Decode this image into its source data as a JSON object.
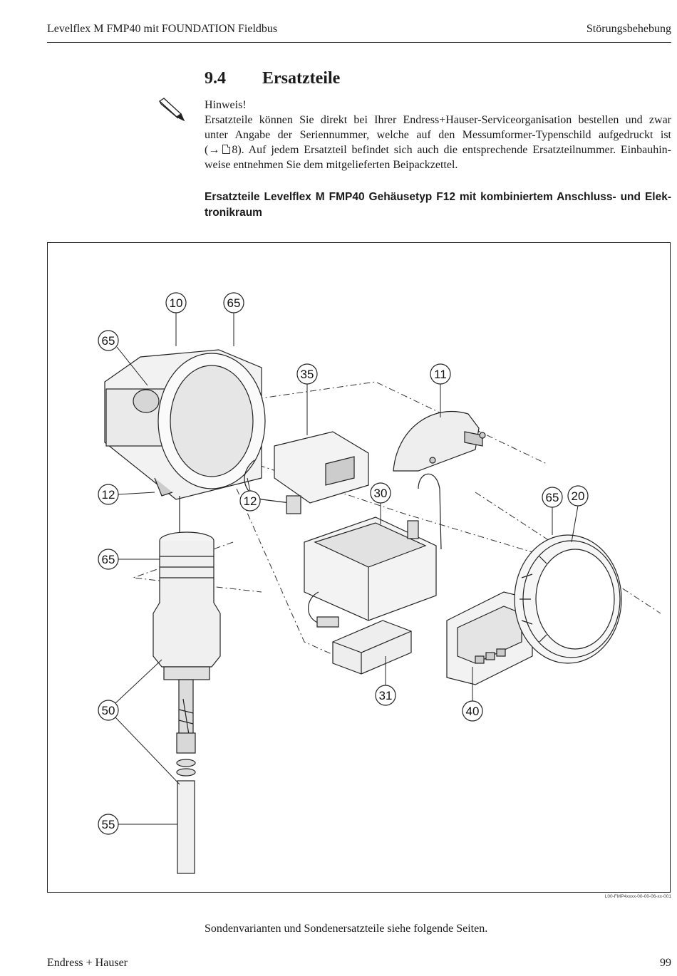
{
  "header": {
    "left": "Levelflex M FMP40 mit FOUNDATION Fieldbus",
    "right": "Störungsbehebung"
  },
  "section": {
    "number": "9.4",
    "title": "Ersatzteile"
  },
  "note": {
    "icon": "pencil-icon",
    "label": "Hinweis!",
    "line1": "Ersatzteile können Sie direkt bei Ihrer Endress+Hauser-Serviceorganisation bestellen und zwar",
    "line2": "unter Angabe der Seriennummer, welche auf den Messumformer-Typenschild aufgedruckt ist",
    "line3_prefix": "(→",
    "line3_ref_icon": "document-icon",
    "line3_rest": "8). Auf jedem Ersatzteil befindet sich auch die entsprechende Ersatzteilnummer. Einbauhin-",
    "line4": "weise entnehmen Sie dem mitgelieferten Beipackzettel."
  },
  "subheading": {
    "line1": "Ersatzteile Levelflex M FMP40 Gehäusetyp F12 mit kombiniertem Anschluss- und Elek-",
    "line2": "tronikraum"
  },
  "figure": {
    "callouts": [
      "10",
      "65",
      "65",
      "35",
      "11",
      "12",
      "12",
      "30",
      "65",
      "20",
      "65",
      "31",
      "40",
      "50",
      "55"
    ],
    "code": "L00-FMP4xxxx-00-00-06-xx-001"
  },
  "closing": "Sondenvarianten und Sondenersatzteile siehe folgende Seiten.",
  "footer": {
    "left": "Endress + Hauser",
    "page": "99"
  }
}
